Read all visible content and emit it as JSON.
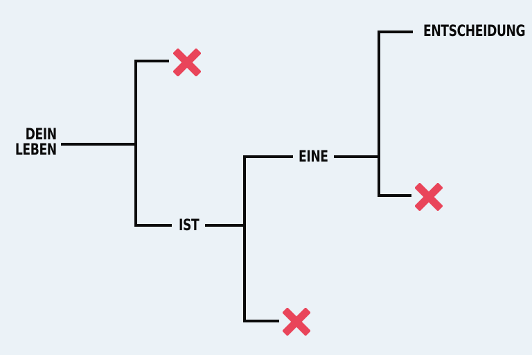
{
  "diagram": {
    "type": "decision-tree",
    "line_color": "#0b0b0b",
    "reject_color": "#e9455a",
    "background": "#ebf2f7",
    "nodes": {
      "root": {
        "line1": "DEIN",
        "line2": "LEBEN"
      },
      "ist": "IST",
      "eine": "EINE",
      "entscheidung": "ENTSCHEIDUNG"
    },
    "rejected_marks": [
      "x-mark-icon",
      "x-mark-icon",
      "x-mark-icon"
    ],
    "edges": [
      {
        "from": "DEIN LEBEN",
        "to": "rejected"
      },
      {
        "from": "DEIN LEBEN",
        "to": "IST"
      },
      {
        "from": "IST",
        "to": "EINE"
      },
      {
        "from": "IST",
        "to": "rejected"
      },
      {
        "from": "EINE",
        "to": "ENTSCHEIDUNG"
      },
      {
        "from": "EINE",
        "to": "rejected"
      }
    ]
  }
}
